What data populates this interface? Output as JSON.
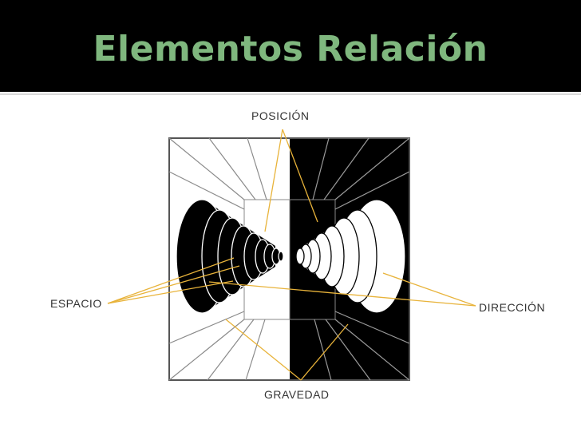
{
  "slide": {
    "title": "Elementos Relación",
    "title_color": "#7fb77e",
    "background_title_band": "#000000"
  },
  "labels": {
    "posicion": "POSICIÓN",
    "espacio": "ESPACIO",
    "direccion": "DIRECCIÓN",
    "gravedad": "GRAVEDAD"
  },
  "colors": {
    "leader_lines": "#e8b33a",
    "figure_black": "#000000",
    "figure_white": "#ffffff"
  }
}
